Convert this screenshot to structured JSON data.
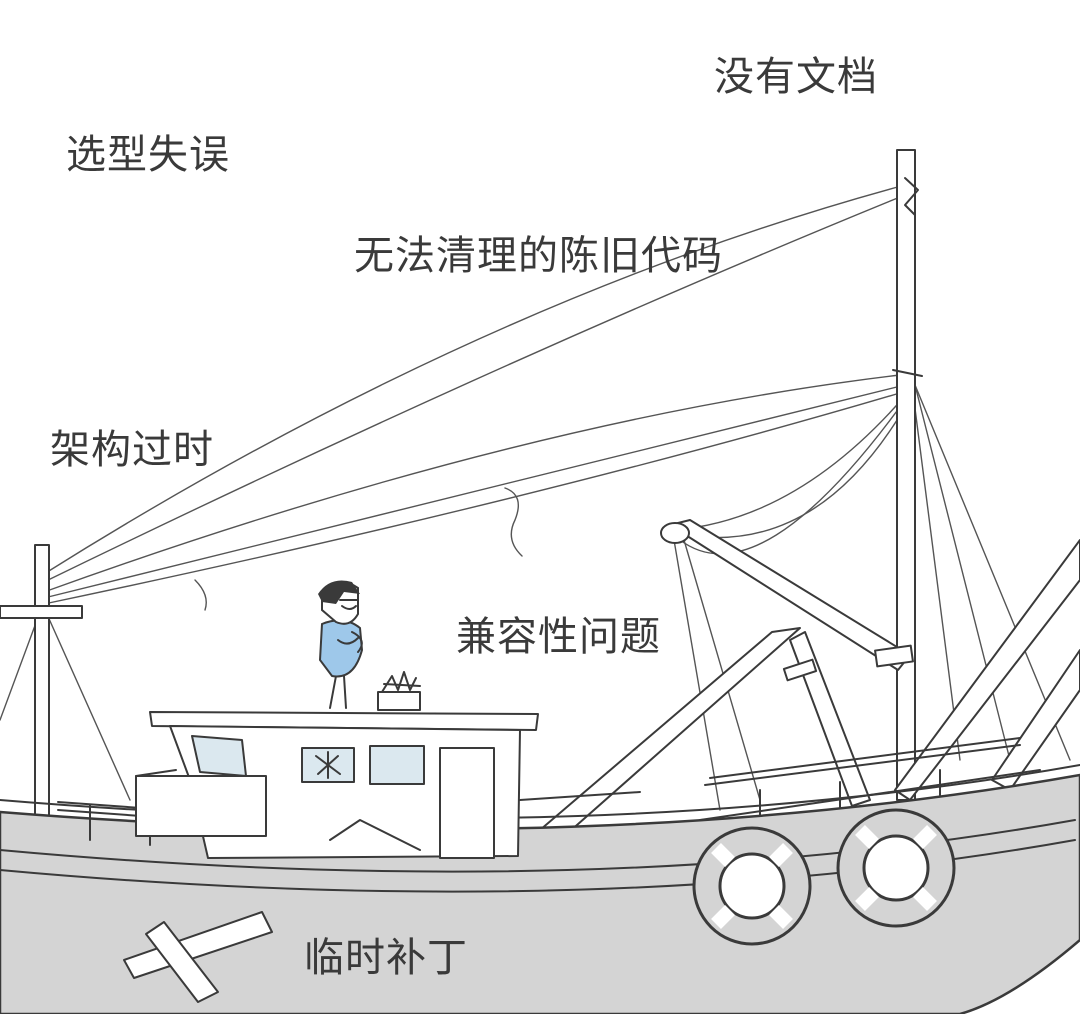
{
  "labels": {
    "no_docs": "没有文档",
    "bad_choice": "选型失误",
    "legacy_code": "无法清理的陈旧代码",
    "outdated_arch": "架构过时",
    "compat_issues": "兼容性问题",
    "temp_patch": "临时补丁"
  },
  "colors": {
    "hull": "#d4d4d4",
    "line": "#3a3a3a",
    "shirt": "#9ec8ea",
    "window": "#dbe8ef",
    "background": "#ffffff"
  }
}
